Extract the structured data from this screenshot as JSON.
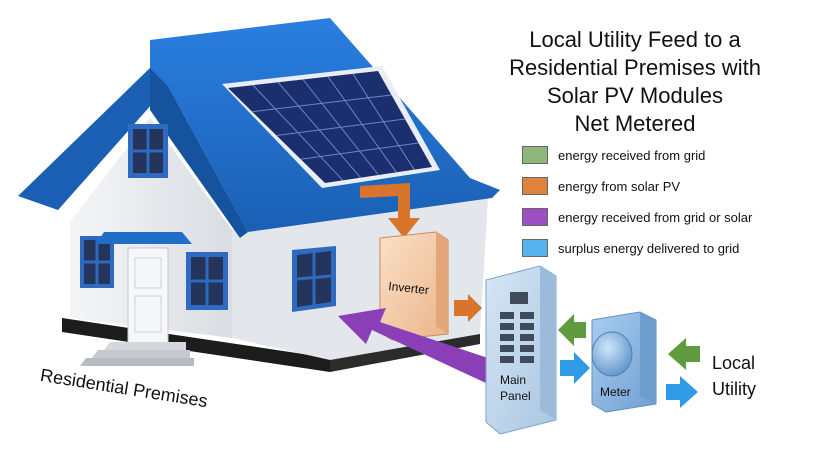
{
  "title": {
    "line1": "Local Utility Feed to a",
    "line2": "Residential Premises with",
    "line3": "Solar PV Modules",
    "line4": "Net Metered"
  },
  "legend": [
    {
      "label": "energy received from grid",
      "color": "#8db77c"
    },
    {
      "label": "energy from solar PV",
      "color": "#e0823b"
    },
    {
      "label": "energy received from grid or solar",
      "color": "#9b4fc3"
    },
    {
      "label": "surplus energy delivered to grid",
      "color": "#56b3ee"
    }
  ],
  "labels": {
    "inverter": "Inverter",
    "main_panel_line1": "Main",
    "main_panel_line2": "Panel",
    "meter": "Meter",
    "premises": "Residential Premises",
    "utility_line1": "Local",
    "utility_line2": "Utility"
  },
  "colors": {
    "roof": "#1f6fc9",
    "wall": "#eef0f3",
    "foundation": "#1c1c1c",
    "window_frame": "#2d6ac0",
    "window_glass": "#24345a",
    "solar_panel": "#1b2f6e",
    "inverter": "#f5c9a1",
    "panel_box": "#b8d3ea",
    "meter_box": "#8fb8e2",
    "arrow_grid": "#5f9b3f",
    "arrow_solar": "#d9742b",
    "arrow_mixed": "#8a3fb9",
    "arrow_export": "#2f9be6"
  }
}
